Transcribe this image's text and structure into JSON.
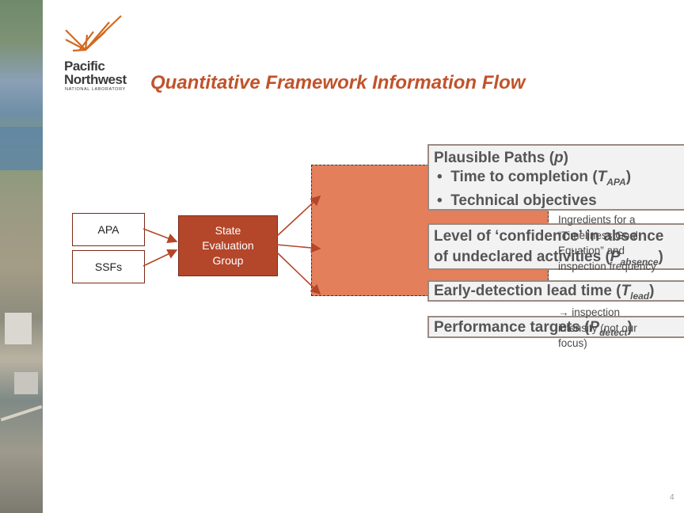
{
  "header": {
    "logo": {
      "line1": "Pacific",
      "line2": "Northwest",
      "line3": "NATIONAL LABORATORY"
    },
    "title": "Quantitative Framework Information Flow"
  },
  "inputs": {
    "apa": "APA",
    "ssfs": "SSFs"
  },
  "process": {
    "label": "State Evaluation Group"
  },
  "panels": {
    "plausible_paths": {
      "heading": "Plausible Paths (p)",
      "bullets": [
        "Time to completion (T_APA)",
        "Technical objectives"
      ]
    },
    "confidence": {
      "line1": "Level of ‘confidence’ in absence",
      "line2": "of undeclared activities (P_absence)"
    },
    "lead_time": {
      "text": "Early-detection lead time (T_lead)"
    },
    "performance": {
      "text": "Performance targets (P_detect)"
    }
  },
  "notes": {
    "ingredients": "Ingredients for a “Timeliness Goal Equation” and inspection frequency",
    "intensity": "→ inspection intensity (not our focus)"
  },
  "page_number": "4",
  "colors": {
    "title": "#c1532b",
    "process_fill": "#b4462a",
    "center_fill": "#e47f5b"
  }
}
